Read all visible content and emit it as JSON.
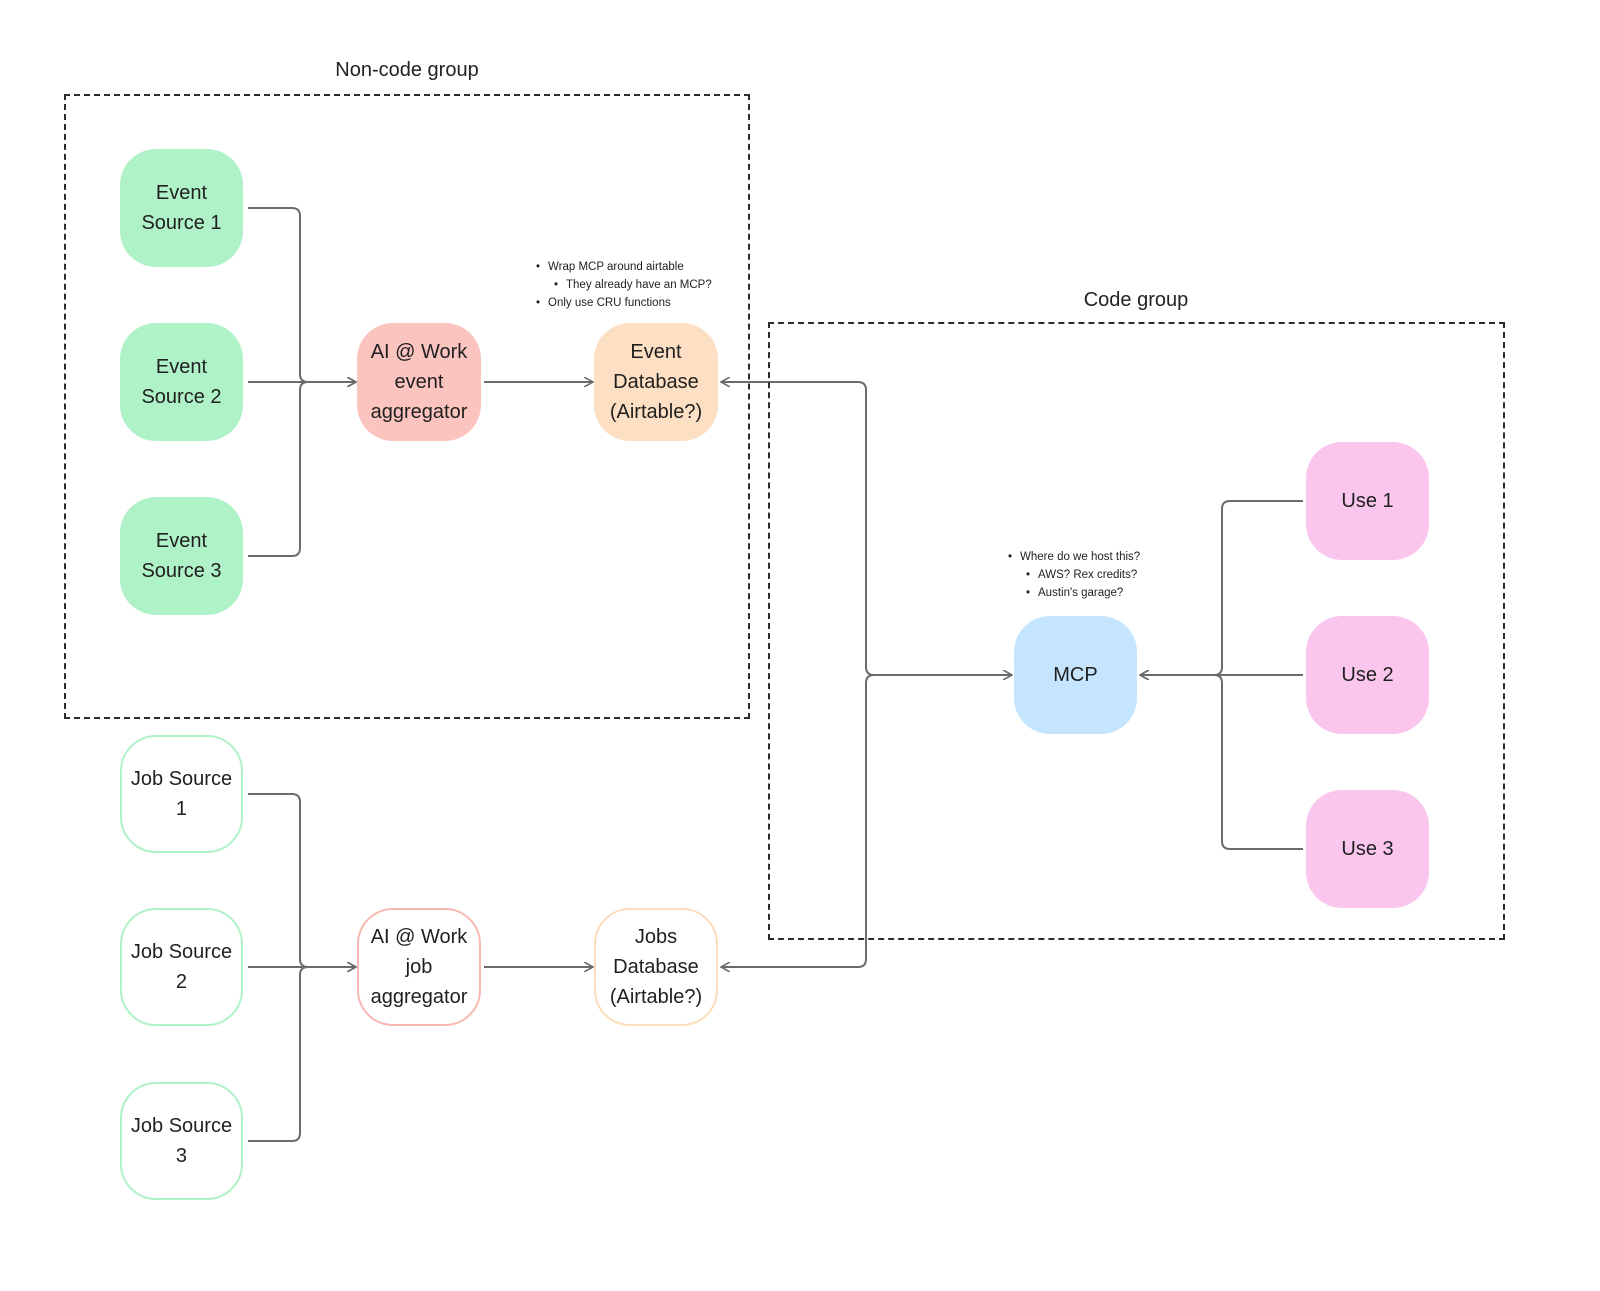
{
  "groups": {
    "noncode_label": "Non-code group",
    "code_label": "Code group"
  },
  "nodes": {
    "event_source_1": "Event\nSource 1",
    "event_source_2": "Event\nSource 2",
    "event_source_3": "Event\nSource 3",
    "event_aggregator": "AI @ Work\nevent\naggregator",
    "event_database": "Event\nDatabase\n(Airtable?)",
    "job_source_1": "Job Source\n1",
    "job_source_2": "Job Source\n2",
    "job_source_3": "Job Source\n3",
    "job_aggregator": "AI @ Work\njob\naggregator",
    "jobs_database": "Jobs\nDatabase\n(Airtable?)",
    "mcp": "MCP",
    "use_1": "Use 1",
    "use_2": "Use 2",
    "use_3": "Use 3"
  },
  "notes": {
    "airtable": [
      "Wrap MCP around airtable",
      "They already have an MCP?",
      "Only use CRU functions"
    ],
    "hosting": [
      "Where do we host this?",
      "AWS?  Rex credits?",
      "Austin's garage?"
    ]
  },
  "colors": {
    "event_source_fill": "#b0f2c8",
    "job_source_border": "#b0f2c8",
    "aggregator_fill": "#fbc4bf",
    "job_aggregator_border": "#f7b9b2",
    "database_fill": "#fde0c3",
    "jobs_database_border": "#fbdcbb",
    "mcp_fill": "#c4e5fd",
    "use_fill": "#fac6ed",
    "connector": "#6b6b6b",
    "group_border": "#2b2b2b"
  }
}
